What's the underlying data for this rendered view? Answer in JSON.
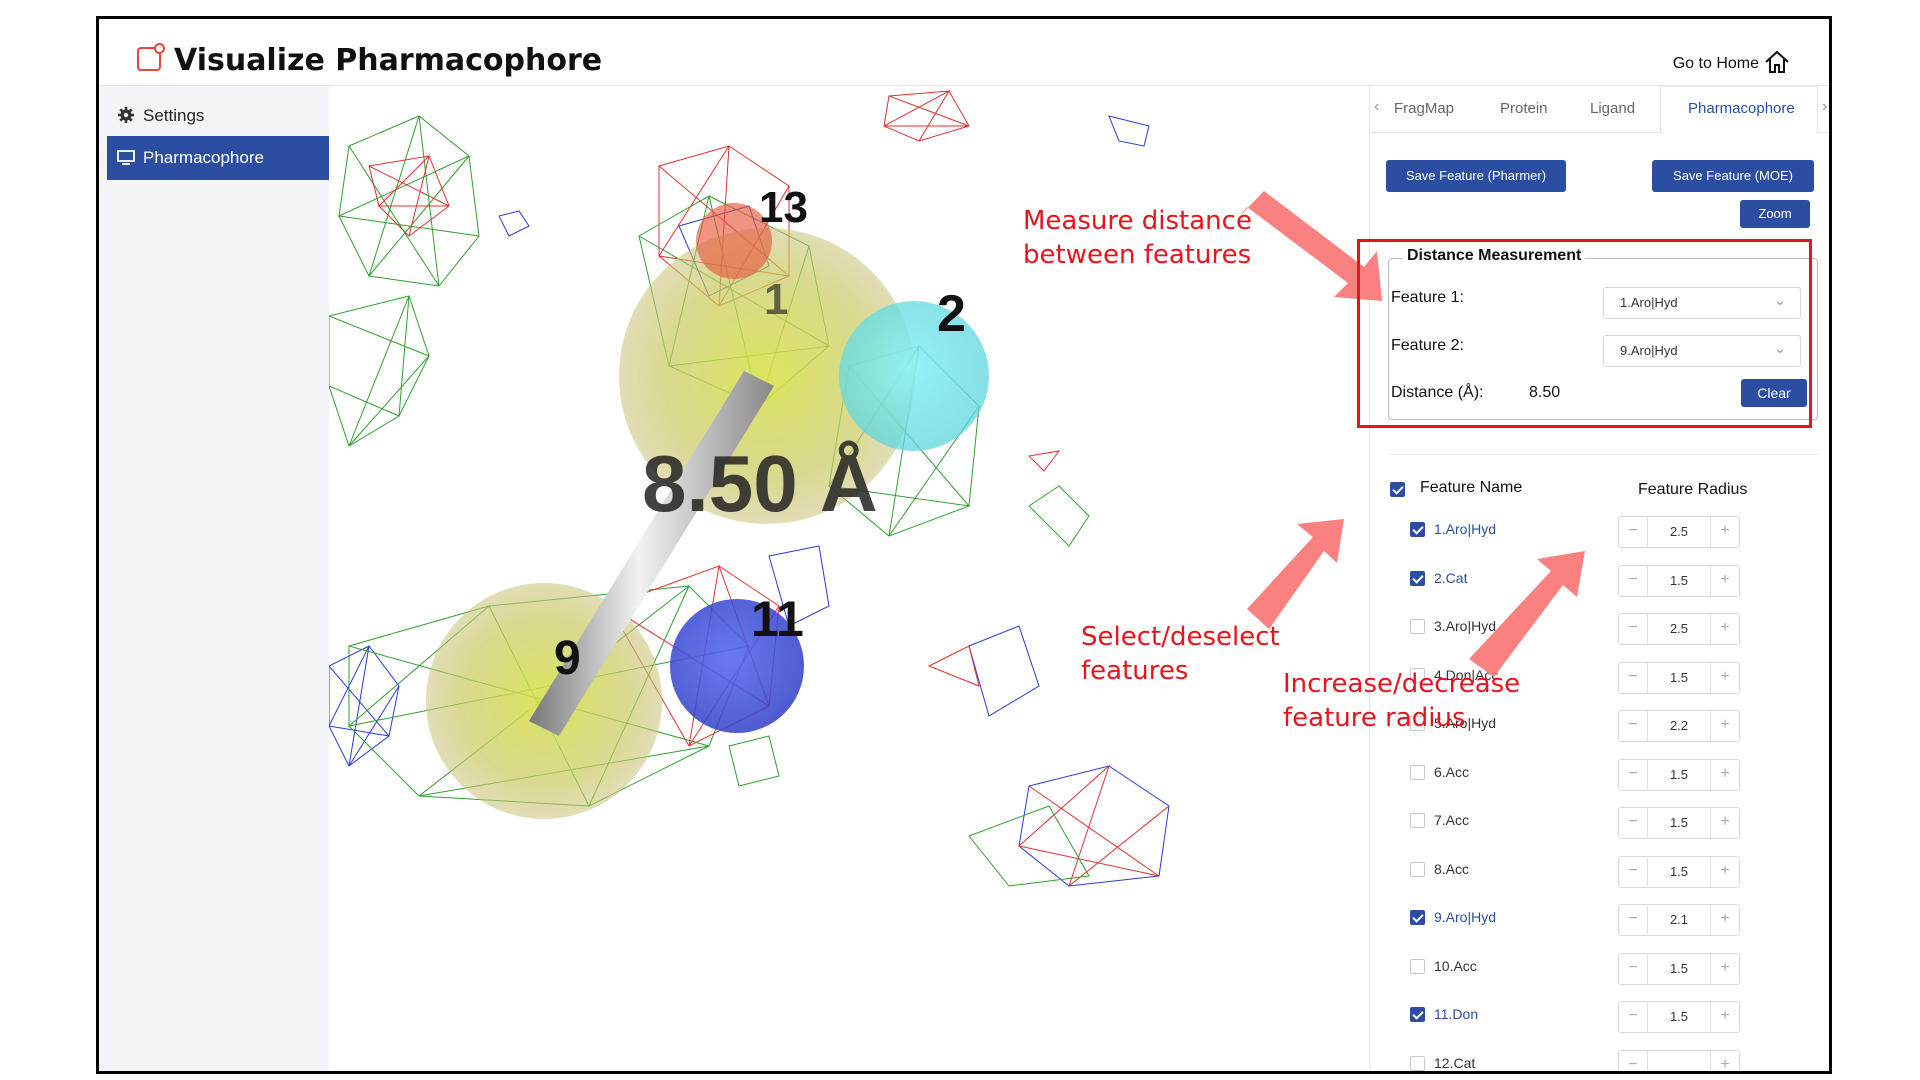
{
  "header": {
    "title": "Visualize Pharmacophore",
    "home_label": "Go to Home"
  },
  "sidebar": {
    "items": [
      {
        "label": "Settings",
        "icon": "gear-icon",
        "active": false
      },
      {
        "label": "Pharmacophore",
        "icon": "monitor-icon",
        "active": true
      }
    ]
  },
  "viewer": {
    "distance_label": "8.50 Å",
    "feature_labels": [
      "13",
      "1",
      "2",
      "9",
      "11"
    ]
  },
  "panel": {
    "tabs": [
      {
        "label": "FragMap",
        "active": false
      },
      {
        "label": "Protein",
        "active": false
      },
      {
        "label": "Ligand",
        "active": false
      },
      {
        "label": "Pharmacophore",
        "active": true
      }
    ],
    "buttons": {
      "save_pharmer": "Save Feature (Pharmer)",
      "save_moe": "Save Feature (MOE)",
      "zoom": "Zoom"
    },
    "distance": {
      "legend": "Distance Measurement",
      "feature1_label": "Feature 1:",
      "feature1_value": "1.Aro|Hyd",
      "feature2_label": "Feature 2:",
      "feature2_value": "9.Aro|Hyd",
      "distance_label": "Distance (Å):",
      "distance_value": "8.50",
      "clear": "Clear"
    },
    "table": {
      "name_header": "Feature Name",
      "radius_header": "Feature Radius",
      "features": [
        {
          "name": "1.Aro|Hyd",
          "checked": true,
          "radius": "2.5"
        },
        {
          "name": "2.Cat",
          "checked": true,
          "radius": "1.5"
        },
        {
          "name": "3.Aro|Hyd",
          "checked": false,
          "radius": "2.5"
        },
        {
          "name": "4.Don|Acc",
          "checked": false,
          "radius": "1.5"
        },
        {
          "name": "5.Aro|Hyd",
          "checked": false,
          "radius": "2.2"
        },
        {
          "name": "6.Acc",
          "checked": false,
          "radius": "1.5"
        },
        {
          "name": "7.Acc",
          "checked": false,
          "radius": "1.5"
        },
        {
          "name": "8.Acc",
          "checked": false,
          "radius": "1.5"
        },
        {
          "name": "9.Aro|Hyd",
          "checked": true,
          "radius": "2.1"
        },
        {
          "name": "10.Acc",
          "checked": false,
          "radius": "1.5"
        },
        {
          "name": "11.Don",
          "checked": true,
          "radius": "1.5"
        },
        {
          "name": "12.Cat",
          "checked": false,
          "radius": ""
        }
      ]
    }
  },
  "annotations": {
    "measure": "Measure distance\nbetween features",
    "select": "Select/deselect\nfeatures",
    "radius": "Increase/decrease\nfeature radius"
  },
  "colors": {
    "accent": "#2b4ea2",
    "annotation_red": "#e8141c",
    "arrow_pink": "#fb8080"
  }
}
